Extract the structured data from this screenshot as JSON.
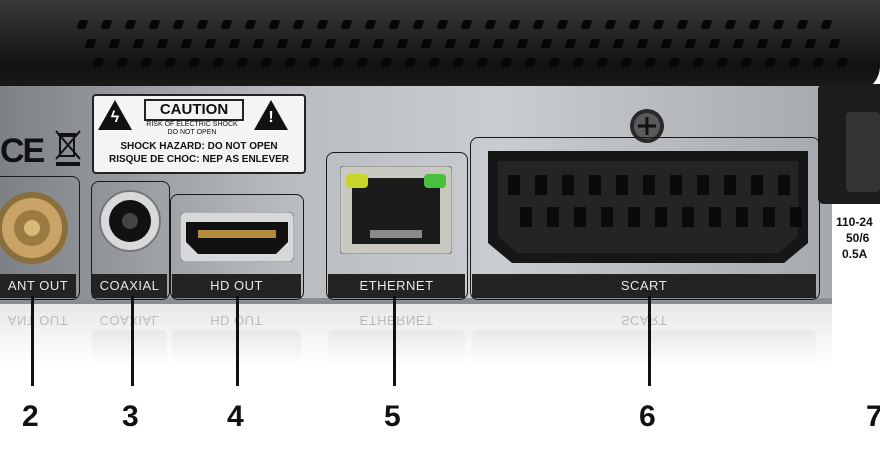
{
  "caution_label": {
    "heading": "CAUTION",
    "risk_line_1": "RISK OF ELECTRIC SHOCK",
    "risk_line_2": "DO NOT OPEN",
    "en_line": "SHOCK HAZARD: DO NOT OPEN",
    "fr_line": "RISQUE DE CHOC: NEP AS ENLEVER"
  },
  "marks": {
    "ce": "CE"
  },
  "ports": [
    {
      "label": "ANT OUT"
    },
    {
      "label": "COAXIAL"
    },
    {
      "label": "HD OUT"
    },
    {
      "label": "ETHERNET"
    },
    {
      "label": "SCART"
    }
  ],
  "callouts": [
    "2",
    "3",
    "4",
    "5",
    "6",
    "7"
  ],
  "power_spec": [
    "110-24",
    "50/6",
    "0.5A"
  ]
}
